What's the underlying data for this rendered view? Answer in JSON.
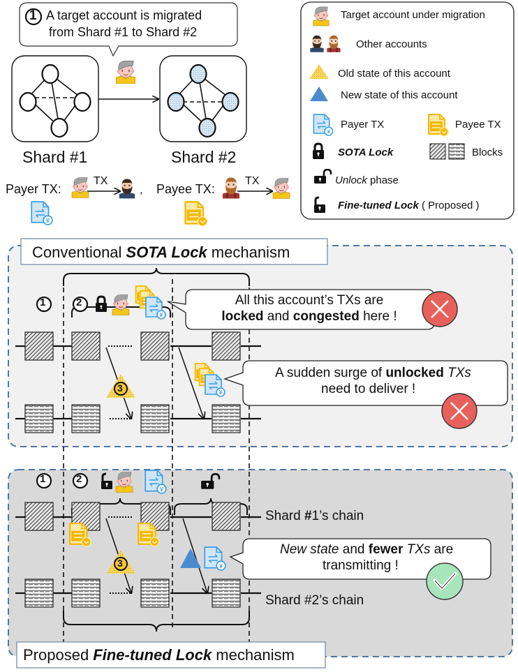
{
  "intro": {
    "step_number": "1",
    "callout_line1": "A target account is migrated",
    "callout_line2": "from Shard #1 to Shard #2",
    "shard1_label": "Shard #1",
    "shard2_label": "Shard #2",
    "payer_tx_label": "Payer TX:",
    "payee_tx_label": "Payee TX:",
    "tx_arrow_label": "TX",
    "separator": ","
  },
  "legend": {
    "items": [
      {
        "icon": "target-account-icon",
        "label": "Target account under migration"
      },
      {
        "icon": "other-accounts-icon",
        "label": "Other accounts"
      },
      {
        "icon": "old-state-triangle-icon",
        "label": "Old state of this account"
      },
      {
        "icon": "new-state-triangle-icon",
        "label": "New state of this account"
      },
      {
        "icon": "payer-tx-icon",
        "label": "Payer TX"
      },
      {
        "icon": "payee-tx-icon",
        "label": "Payee TX"
      },
      {
        "icon": "sota-lock-icon",
        "label": "SOTA Lock"
      },
      {
        "icon": "blocks-icon",
        "label": "Blocks"
      },
      {
        "icon": "unlock-icon",
        "label_italic": "Unlock",
        "label": " phase"
      },
      {
        "icon": "fine-tuned-lock-icon",
        "label_bold": "Fine-tuned Lock",
        "label": " ( Proposed )"
      }
    ]
  },
  "conventional": {
    "title_pre": "Conventional ",
    "title_bold": "SOTA Lock",
    "title_post": " mechanism",
    "step1": "1",
    "step2": "2",
    "step3": "3",
    "callout1_line1": "All this account’s TXs are",
    "callout1_bold1": "locked",
    "callout1_mid": " and ",
    "callout1_bold2": "congested",
    "callout1_end": " here !",
    "callout2_pre": "A sudden surge of ",
    "callout2_bold": "unlocked",
    "callout2_italic": " TXs",
    "callout2_line2": "need to deliver !",
    "status_icon": "cross-icon"
  },
  "proposed": {
    "title_pre": "Proposed ",
    "title_bold": "Fine-tuned Lock",
    "title_post": " mechanism",
    "step1": "1",
    "step2": "2",
    "step3": "3",
    "chain1_pre": "Shard ",
    "chain1_bold": "#",
    "chain1_post": "1’s chain",
    "chain2_label": "Shard #2’s chain",
    "callout_italic": "New state",
    "callout_mid": " and ",
    "callout_bold": "fewer",
    "callout_italic2": " TXs",
    "callout_end": " are",
    "callout_line2": "transmitting !",
    "status_icon": "check-icon"
  },
  "colors": {
    "payer_blue": "#3a9ee4",
    "payer_fill": "#cfe6fa",
    "payee_yellow": "#f3b800",
    "old_state": "#f6c634",
    "new_state": "#4a8bd0",
    "cross_red": "#e8605c",
    "check_green": "#a8e4bc",
    "panel_top_bg": "#f1f1f1",
    "panel_bottom_bg": "#d9d9d9",
    "panel_border": "#4f77a0"
  }
}
